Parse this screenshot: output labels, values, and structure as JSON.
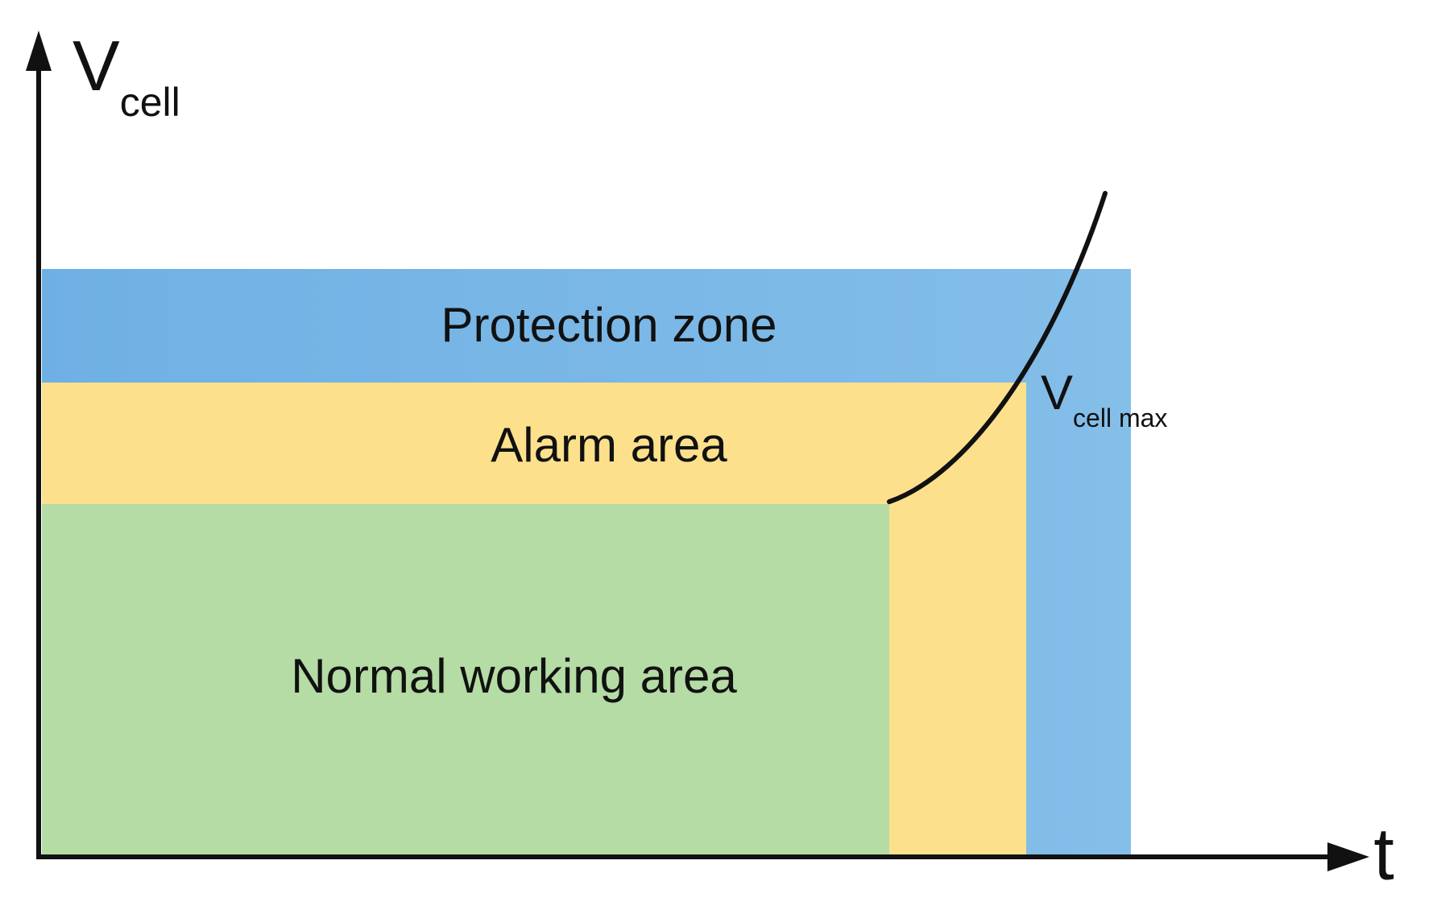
{
  "axes": {
    "y": {
      "symbol": "V",
      "subscript": "cell"
    },
    "x": {
      "symbol": "t"
    }
  },
  "zones": {
    "protection": {
      "label": "Protection zone",
      "color": "#74b4e6"
    },
    "alarm": {
      "label": "Alarm area",
      "color": "#fde08c"
    },
    "normal": {
      "label": "Normal working area",
      "color": "#b4dca4"
    }
  },
  "curve_label": {
    "symbol": "V",
    "subscript": "cell max"
  },
  "colors": {
    "axis": "#111111",
    "curve": "#111111"
  }
}
